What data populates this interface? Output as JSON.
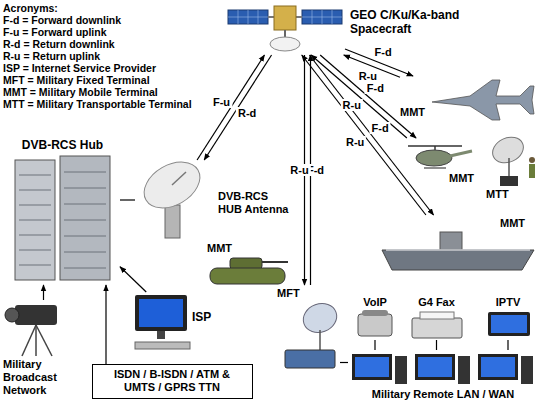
{
  "diagram": {
    "nodes": [
      {
        "text": [
          "GEO C/Ku/Ka-band Spacecraft"
        ]
      },
      {
        "text": [
          "MMT"
        ]
      },
      {
        "text": [
          "MMT"
        ]
      },
      {
        "text": [
          "MTT"
        ]
      },
      {
        "text": [
          "DVB-RCS Hub"
        ]
      },
      {
        "text": [
          "DVB-RCS HUB Antenna"
        ]
      },
      {
        "text": [
          "MMT"
        ]
      },
      {
        "text": [
          "MMT"
        ]
      },
      {
        "text": [
          "ISP"
        ]
      },
      {
        "text": [
          "MFT"
        ]
      },
      {
        "text": [
          "VoIP"
        ]
      },
      {
        "text": [
          "G4 Fax"
        ]
      },
      {
        "text": [
          "IPTV"
        ]
      },
      {
        "text": [
          "Military Broadcast Network"
        ]
      },
      {
        "text": [
          "ISDN / B-ISDN / ATM & UMTS / GPRS TTN"
        ]
      },
      {
        "text": [
          "Military Remote LAN / WAN"
        ]
      }
    ],
    "edges": [
      {
        "from": 1,
        "to": 0,
        "arrow": "to",
        "label": "R-u"
      },
      {
        "from": 0,
        "to": 1,
        "arrow": "to",
        "label": "F-d"
      },
      {
        "from": 2,
        "to": 0,
        "arrow": "to",
        "label": "R-u"
      },
      {
        "from": 0,
        "to": 2,
        "arrow": "to",
        "label": "F-d"
      },
      {
        "from": 0,
        "to": 6,
        "arrow": "to",
        "label": "F-d"
      },
      {
        "from": 6,
        "to": 0,
        "arrow": "to",
        "label": "R-u"
      },
      {
        "from": 5,
        "to": 0,
        "arrow": "to",
        "label": "F-u"
      },
      {
        "from": 0,
        "to": 5,
        "arrow": "to",
        "label": "R-d"
      },
      {
        "from": 0,
        "to": 9,
        "arrow": "to",
        "label": "F-d"
      },
      {
        "from": 9,
        "to": 0,
        "arrow": "to",
        "label": "R-u"
      },
      {
        "from": 4,
        "to": 5,
        "arrow": "none"
      },
      {
        "from": 8,
        "to": 4,
        "arrow": "to"
      },
      {
        "from": 13,
        "to": 4,
        "arrow": "to"
      },
      {
        "from": 14,
        "to": 4,
        "arrow": "to"
      },
      {
        "from": 9,
        "to": 15,
        "arrow": "none"
      },
      {
        "from": 10,
        "to": 15,
        "arrow": "none"
      },
      {
        "from": 11,
        "to": 15,
        "arrow": "none"
      },
      {
        "from": 12,
        "to": 15,
        "arrow": "none"
      }
    ],
    "labels": [
      "Acronyms:",
      "F-d = Forward downlink",
      "F-u = Forward uplink",
      "R-d = Return downlink",
      "R-u = Return uplink",
      "ISP = Internet Service Provider",
      "MFT = Military Fixed Terminal",
      "MMT = Military Mobile Terminal",
      "MTT = Military Transportable Terminal"
    ]
  }
}
